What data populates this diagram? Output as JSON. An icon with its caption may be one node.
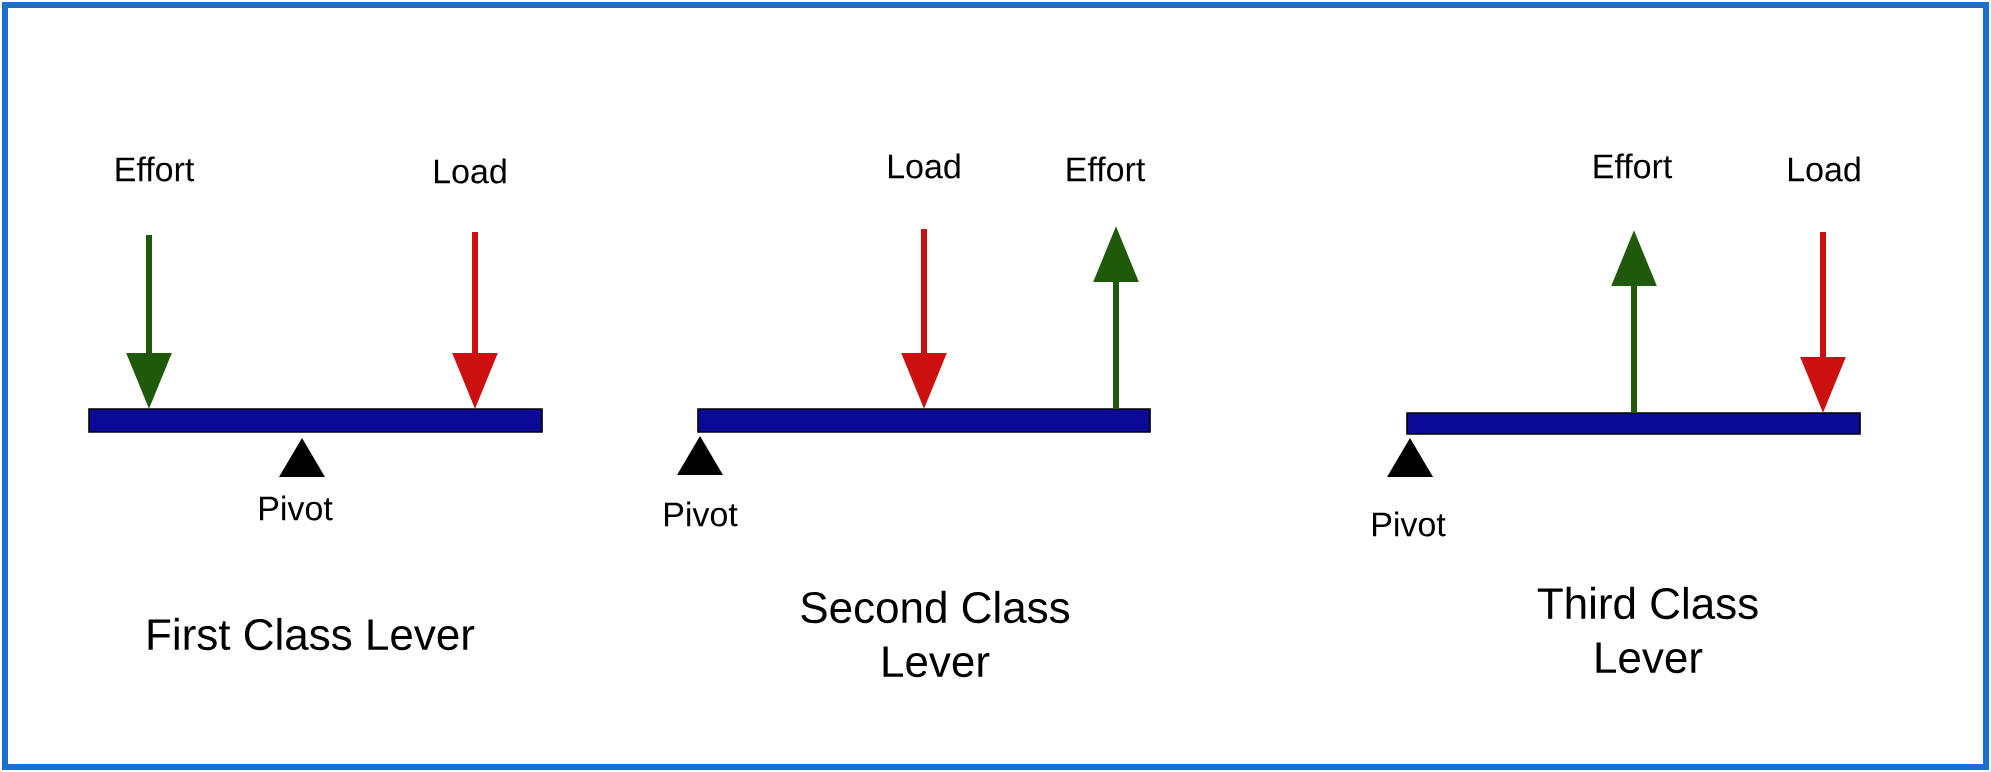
{
  "diagram": {
    "labels": [
      "Effort",
      "Load",
      "Pivot",
      "First Class Lever",
      "Load",
      "Effort",
      "Pivot",
      "Second Class Lever",
      "Effort",
      "Load",
      "Pivot",
      "Third Class Lever"
    ]
  }
}
